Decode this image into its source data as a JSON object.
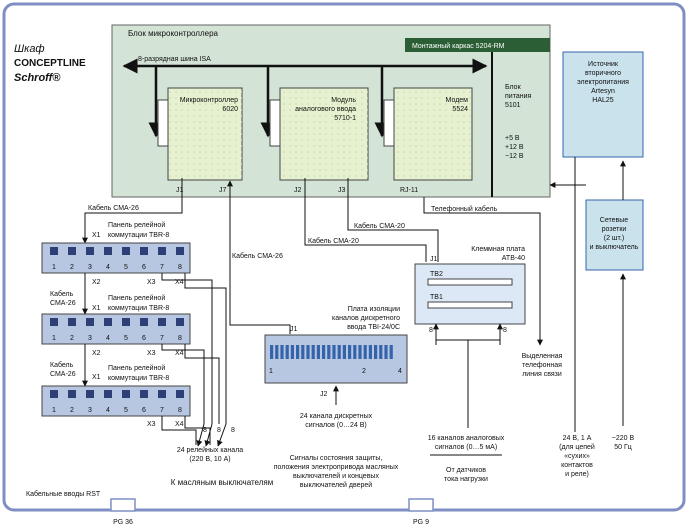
{
  "colors": {
    "mcu_block": "#d3e3d6",
    "board": "#e6f1cf",
    "board_dots": "#c7d6b4",
    "header_bar": "#2b5e34",
    "psu_block": "#c9e2ec",
    "relay_panel": "#b7c7e2",
    "terminal_bg": "#dde8f6",
    "outer_frame": "#7f8fc4",
    "brand_gray": "#b3b3c4",
    "brand_red": "#d1001c",
    "accent_blue": "#3564ab"
  },
  "brand": {
    "line1": "Шкаф",
    "line2": "CONCEPTLINE",
    "line3": "Schroff®"
  },
  "mcu_block": {
    "title": "Блок микроконтроллера",
    "mount": "Монтажный каркас 5204-RM",
    "bus_label": "8-разрядная шина ISA",
    "boards": [
      {
        "name_line1": "Микроконтроллер",
        "name_line2": "6020",
        "name_line3": ""
      },
      {
        "name_line1": "Модуль",
        "name_line2": "аналогового ввода",
        "name_line3": "5710-1"
      },
      {
        "name_line1": "Модем",
        "name_line2": "5524",
        "name_line3": ""
      }
    ],
    "connectors": [
      "J1",
      "J7",
      "J2",
      "J3",
      "RJ-11"
    ],
    "psu_line1": "Блок",
    "psu_line2": "питания",
    "psu_line3": "5101",
    "psu_v1": "+5 В",
    "psu_v2": "+12 В",
    "psu_v3": "−12 В"
  },
  "secondary_psu": {
    "line1": "Источник",
    "line2": "вторичного",
    "line3": "электропитания",
    "line4": "Artesyn",
    "line5": "HAL25"
  },
  "sockets": {
    "line1": "Сетевые",
    "line2": "розетки",
    "line3": "(2 шт.)",
    "line4": "и выключатель"
  },
  "cables": {
    "cma26_top": "Кабель СМА-26",
    "cma26_mid": "Кабель СМА-26",
    "cma20_a": "Кабель СМА-20",
    "cma20_b": "Кабель СМА-20",
    "phone": "Телефонный кабель",
    "cma26_p2_line1": "Кабель",
    "cma26_p2_line2": "СМА-26",
    "cma26_p3_line1": "Кабель",
    "cma26_p3_line2": "СМА-26"
  },
  "relay_panels": [
    {
      "line1": "Панель релейной",
      "line2": "коммутации TBR-8",
      "x1": "X1",
      "x2": "X2",
      "x3": "X3",
      "x4": "X4"
    },
    {
      "line1": "Панель релейной",
      "line2": "коммутации TBR-8",
      "x1": "X1",
      "x2": "X2",
      "x3": "X3",
      "x4": "X4"
    },
    {
      "line1": "Панель релейной",
      "line2": "коммутации TBR-8",
      "x1": "X1",
      "x2": "",
      "x3": "X3",
      "x4": "X4"
    }
  ],
  "relay_numbers": [
    "1",
    "2",
    "3",
    "4",
    "5",
    "6",
    "7",
    "8"
  ],
  "eight": "8",
  "relay_channels": {
    "line1": "24 релейных канала",
    "line2": "(220 В, 10 А)"
  },
  "to_switches": "К масляным выключателям",
  "isolation_board": {
    "line1": "Плата изоляции",
    "line2": "каналов дискретного",
    "line3": "ввода TBI-24/0C",
    "j1": "J1",
    "j2": "J2",
    "n1": "1",
    "n2": "2",
    "n4": "4"
  },
  "discrete_inputs": {
    "line1": "24 канала дискретных",
    "line2": "сигналов (0…24 В)"
  },
  "signals": {
    "line1": "Сигналы состояния защиты,",
    "line2": "положения электропривода масляных",
    "line3": "выключателей и концевых",
    "line4": "выключателей дверей"
  },
  "terminal_board": {
    "line1": "Клеммная плата",
    "line2": "ATB-40",
    "j1": "J1",
    "tb2": "TB2",
    "tb1": "TB1"
  },
  "analog_inputs": {
    "line1": "16 каналов аналоговых",
    "line2": "сигналов (0…5 мА)"
  },
  "sensors": {
    "line1": "От датчиков",
    "line2": "тока нагрузки"
  },
  "phone_line": {
    "line1": "Выделенная",
    "line2": "телефонная",
    "line3": "линия связи"
  },
  "power_24": {
    "line1": "24 В, 1 А",
    "line2": "(для цепей",
    "line3": "«сухих»",
    "line4": "контактов",
    "line5": "и реле)"
  },
  "power_220": {
    "line1": "~220 В",
    "line2": "50 Гц"
  },
  "cable_entries": "Кабельные вводы RST",
  "pg36": "PG 36",
  "pg9": "PG 9"
}
